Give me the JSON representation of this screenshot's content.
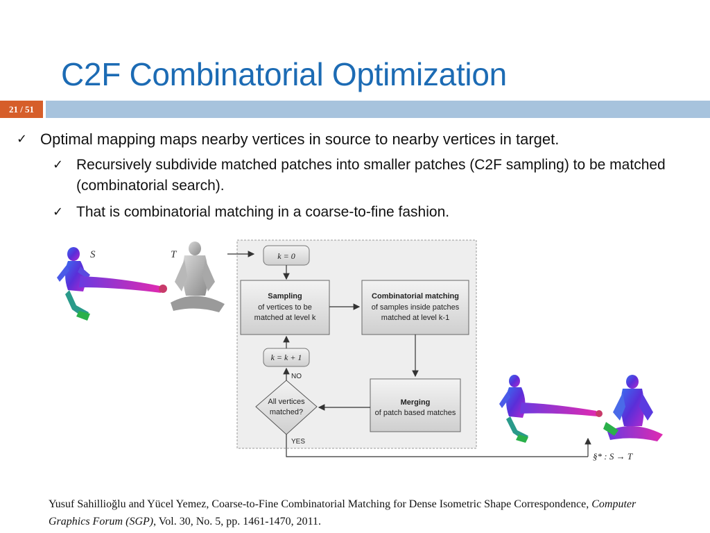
{
  "slide": {
    "title": "C2F Combinatorial Optimization",
    "page_number": "21 / 51"
  },
  "bullets": [
    {
      "text": "Optimal mapping maps nearby vertices in source to nearby vertices in target."
    },
    {
      "text": "Recursively subdivide matched patches into smaller patches (C2F sampling) to be matched (combinatorial search)."
    },
    {
      "text": "That is combinatorial matching in a coarse-to-fine fashion."
    }
  ],
  "icons": {
    "bullet": "checkmark-icon"
  },
  "colors": {
    "title": "#1c6bb4",
    "page_badge": "#d65e2a",
    "header_bar": "#a7c3dd"
  },
  "figure": {
    "label_s": "S",
    "label_t": "T",
    "k0": "k = 0",
    "sampling_title": "Sampling",
    "sampling_body_1": "of vertices to be",
    "sampling_body_2": "matched at level k",
    "combinatorial_title": "Combinatorial matching",
    "combinatorial_body_1": "of samples inside patches",
    "combinatorial_body_2": "matched at level k-1",
    "k_increment": "k = k + 1",
    "no_label": "NO",
    "yes_label": "YES",
    "decision_1": "All vertices",
    "decision_2": "matched?",
    "merging_title": "Merging",
    "merging_body": "of patch based matches",
    "result_label": "§* : S → T"
  },
  "citation": {
    "authors_title": "Yusuf Sahillioğlu and Yücel Yemez, Coarse-to-Fine Combinatorial Matching for Dense Isometric Shape Correspondence, ",
    "journal": "Computer Graphics Forum (SGP)",
    "details": ", Vol. 30, No. 5, pp. 1461-1470, 2011."
  }
}
